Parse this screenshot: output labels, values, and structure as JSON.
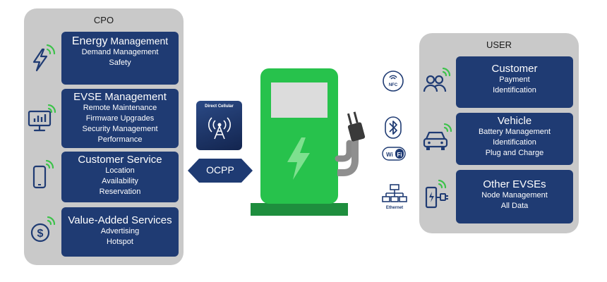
{
  "cpo": {
    "title": "CPO",
    "cards": [
      {
        "title_strong": "Energy",
        "title_rest": " Management",
        "lines": [
          "Demand Management",
          "Safety"
        ],
        "icon": "lightning-signal-icon"
      },
      {
        "title": "EVSE Management",
        "lines": [
          "Remote Maintenance",
          "Firmware Upgrades",
          "Security Management",
          "Performance"
        ],
        "icon": "monitor-chart-signal-icon"
      },
      {
        "title": "Customer Service",
        "lines": [
          "Location",
          "Availability",
          "Reservation"
        ],
        "icon": "smartphone-signal-icon"
      },
      {
        "title": "Value-Added Services",
        "lines": [
          "Advertising",
          "Hotspot"
        ],
        "icon": "dollar-coin-signal-icon"
      }
    ]
  },
  "user": {
    "title": "USER",
    "cards": [
      {
        "title": "Customer",
        "lines": [
          "Payment",
          "Identification"
        ],
        "icon": "people-signal-icon"
      },
      {
        "title": "Vehicle",
        "lines": [
          "Battery Management",
          "Identification",
          "Plug and Charge"
        ],
        "icon": "car-signal-icon"
      },
      {
        "title": "Other EVSEs",
        "lines": [
          "Node Management",
          "All Data"
        ],
        "icon": "charger-phone-signal-icon"
      }
    ]
  },
  "center": {
    "direct_cellular_label": "Direct Cellular",
    "ocpp_label": "OCPP",
    "nfc_label": "NFC",
    "wifi_label_a": "Wi",
    "wifi_label_b": "Fi",
    "ethernet_label": "Ethernet"
  },
  "colors": {
    "card_bg": "#1f3b73",
    "panel_bg": "#c9c9c9",
    "charger_green": "#27c24c",
    "charger_dark": "#1e8e3e",
    "signal_green": "#3cc24a"
  }
}
